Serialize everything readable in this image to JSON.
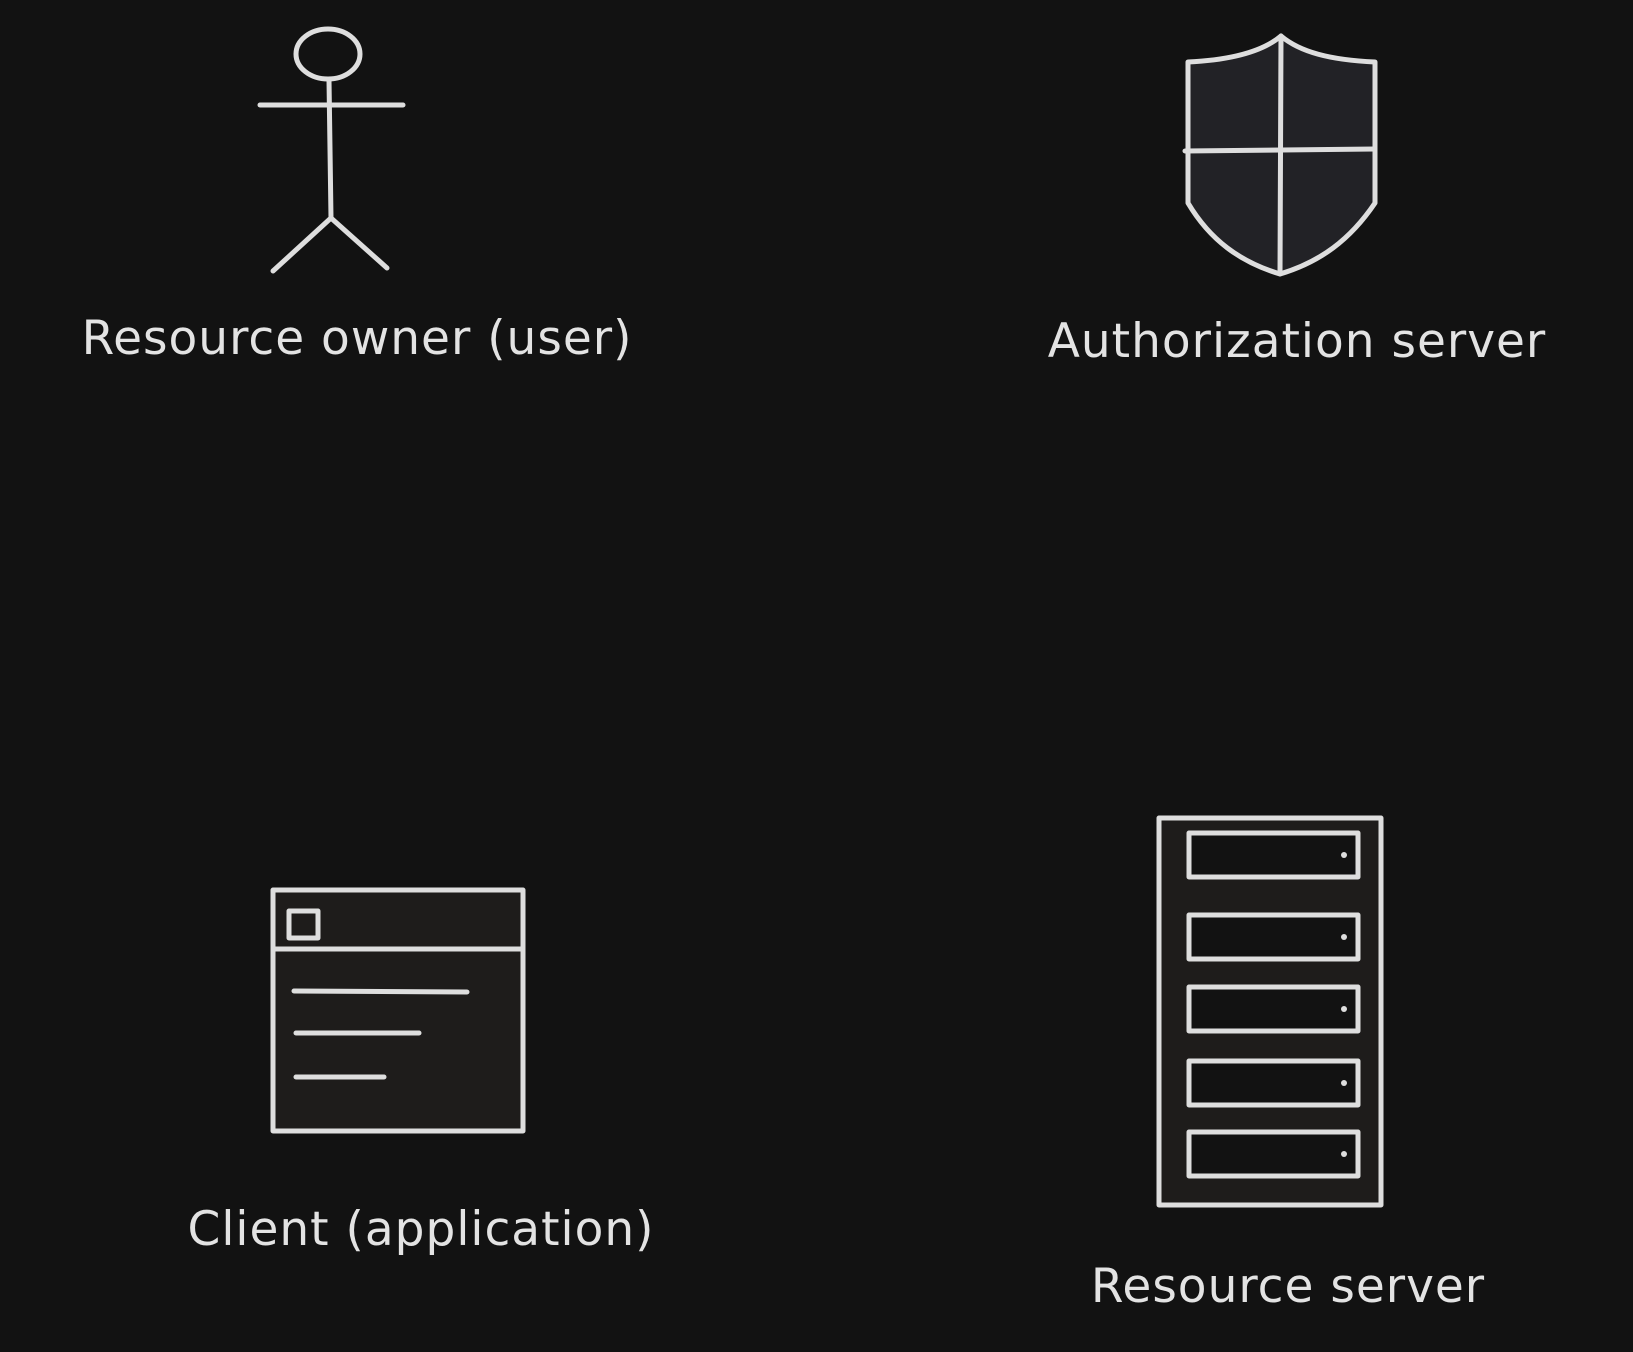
{
  "colors": {
    "background": "#121212",
    "stroke": "#dedede",
    "shield_fill": "#222226",
    "panel_fill": "#1e1c1b"
  },
  "nodes": [
    {
      "icon": "person-icon",
      "label": "Resource owner (user)"
    },
    {
      "icon": "shield-icon",
      "label": "Authorization server"
    },
    {
      "icon": "browser-window-icon",
      "label": "Client (application)"
    },
    {
      "icon": "server-rack-icon",
      "label": "Resource server"
    }
  ]
}
